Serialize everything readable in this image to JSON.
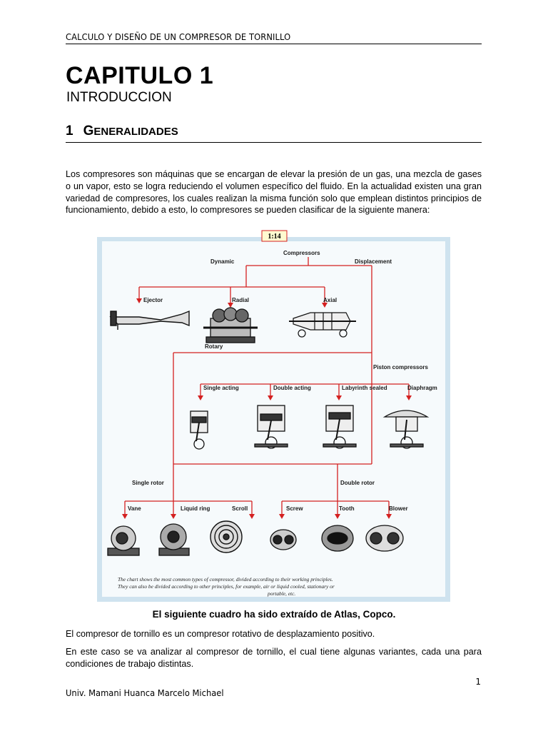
{
  "header": {
    "title": "CALCULO Y DISEÑO DE UN COMPRESOR DE TORNILLO"
  },
  "chapter": {
    "title": "CAPITULO 1",
    "subtitle": "INTRODUCCION"
  },
  "section": {
    "number": "1",
    "title": "Generalidades"
  },
  "paragraphs": {
    "intro": "Los compresores son máquinas que se encargan de elevar la presión de un gas, una mezcla de gases o un vapor, esto se logra reduciendo el volumen específico del fluido. En la actualidad existen una gran variedad de compresores, los cuales realizan la misma función solo que emplean distintos principios de funcionamiento, debido a esto, lo compresores se pueden clasificar de la siguiente manera:",
    "p2": "El compresor de tornillo es un compresor rotativo de desplazamiento positivo.",
    "p3": "En este caso se va analizar al compresor de tornillo, el cual tiene algunas variantes, cada una para condiciones de trabajo distintas."
  },
  "figure": {
    "badge": "1:14",
    "labels": {
      "root": "Compressors",
      "dynamic": "Dynamic",
      "displacement": "Displacement",
      "ejector": "Ejector",
      "radial": "Radial",
      "axial": "Axial",
      "rotary": "Rotary",
      "piston": "Piston compressors",
      "single_acting": "Single acting",
      "double_acting": "Double acting",
      "labyrinth": "Labyrinth sealed",
      "diaphragm": "Diaphragm",
      "single_rotor": "Single rotor",
      "double_rotor": "Double rotor",
      "vane": "Vane",
      "liquid_ring": "Liquid ring",
      "scroll": "Scroll",
      "screw": "Screw",
      "tooth": "Tooth",
      "blower": "Blower"
    },
    "note_line1": "The chart shows the most common types of compressor, divided according to their working principles.",
    "note_line2": "They can also be divided according to other principles, for example, air or liquid cooled, stationary or",
    "note_line3": "portable, etc.",
    "colors": {
      "frame": "#cfe3ef",
      "panel": "#f4f9fc",
      "connector": "#d42020",
      "badge_border": "#d42020",
      "badge_fill": "#fffbd0"
    }
  },
  "caption": "El siguiente cuadro ha sido extraído de Atlas, Copco.",
  "page_number": "1",
  "footer": {
    "author": "Univ. Mamani Huanca Marcelo Michael"
  }
}
